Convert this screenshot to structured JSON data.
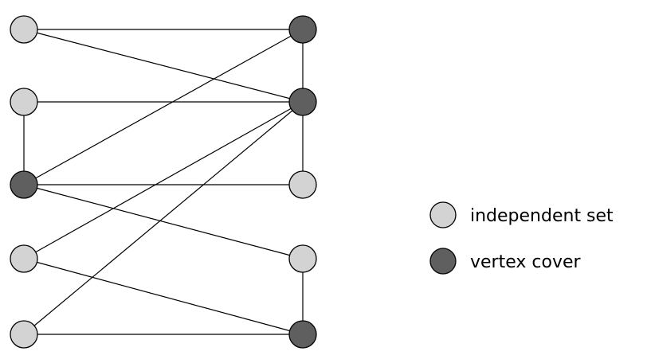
{
  "colors": {
    "independent": "#d3d3d3",
    "cover": "#5f5f5f"
  },
  "graph": {
    "nodes": [
      {
        "id": "L1",
        "type": "independent"
      },
      {
        "id": "L2",
        "type": "independent"
      },
      {
        "id": "L3",
        "type": "cover"
      },
      {
        "id": "L4",
        "type": "independent"
      },
      {
        "id": "L5",
        "type": "independent"
      },
      {
        "id": "R1",
        "type": "cover"
      },
      {
        "id": "R2",
        "type": "cover"
      },
      {
        "id": "R3",
        "type": "independent"
      },
      {
        "id": "R4",
        "type": "independent"
      },
      {
        "id": "R5",
        "type": "cover"
      }
    ],
    "edges": [
      [
        "L1",
        "R1"
      ],
      [
        "L1",
        "R2"
      ],
      [
        "L2",
        "R2"
      ],
      [
        "L2",
        "L3"
      ],
      [
        "L3",
        "R1"
      ],
      [
        "L3",
        "R3"
      ],
      [
        "L3",
        "R4"
      ],
      [
        "L4",
        "R2"
      ],
      [
        "L4",
        "R5"
      ],
      [
        "L5",
        "R2"
      ],
      [
        "L5",
        "R5"
      ],
      [
        "R1",
        "R2"
      ],
      [
        "R2",
        "R3"
      ],
      [
        "R4",
        "R5"
      ]
    ]
  },
  "legend": {
    "independent_label": "independent set",
    "cover_label": "vertex cover"
  }
}
